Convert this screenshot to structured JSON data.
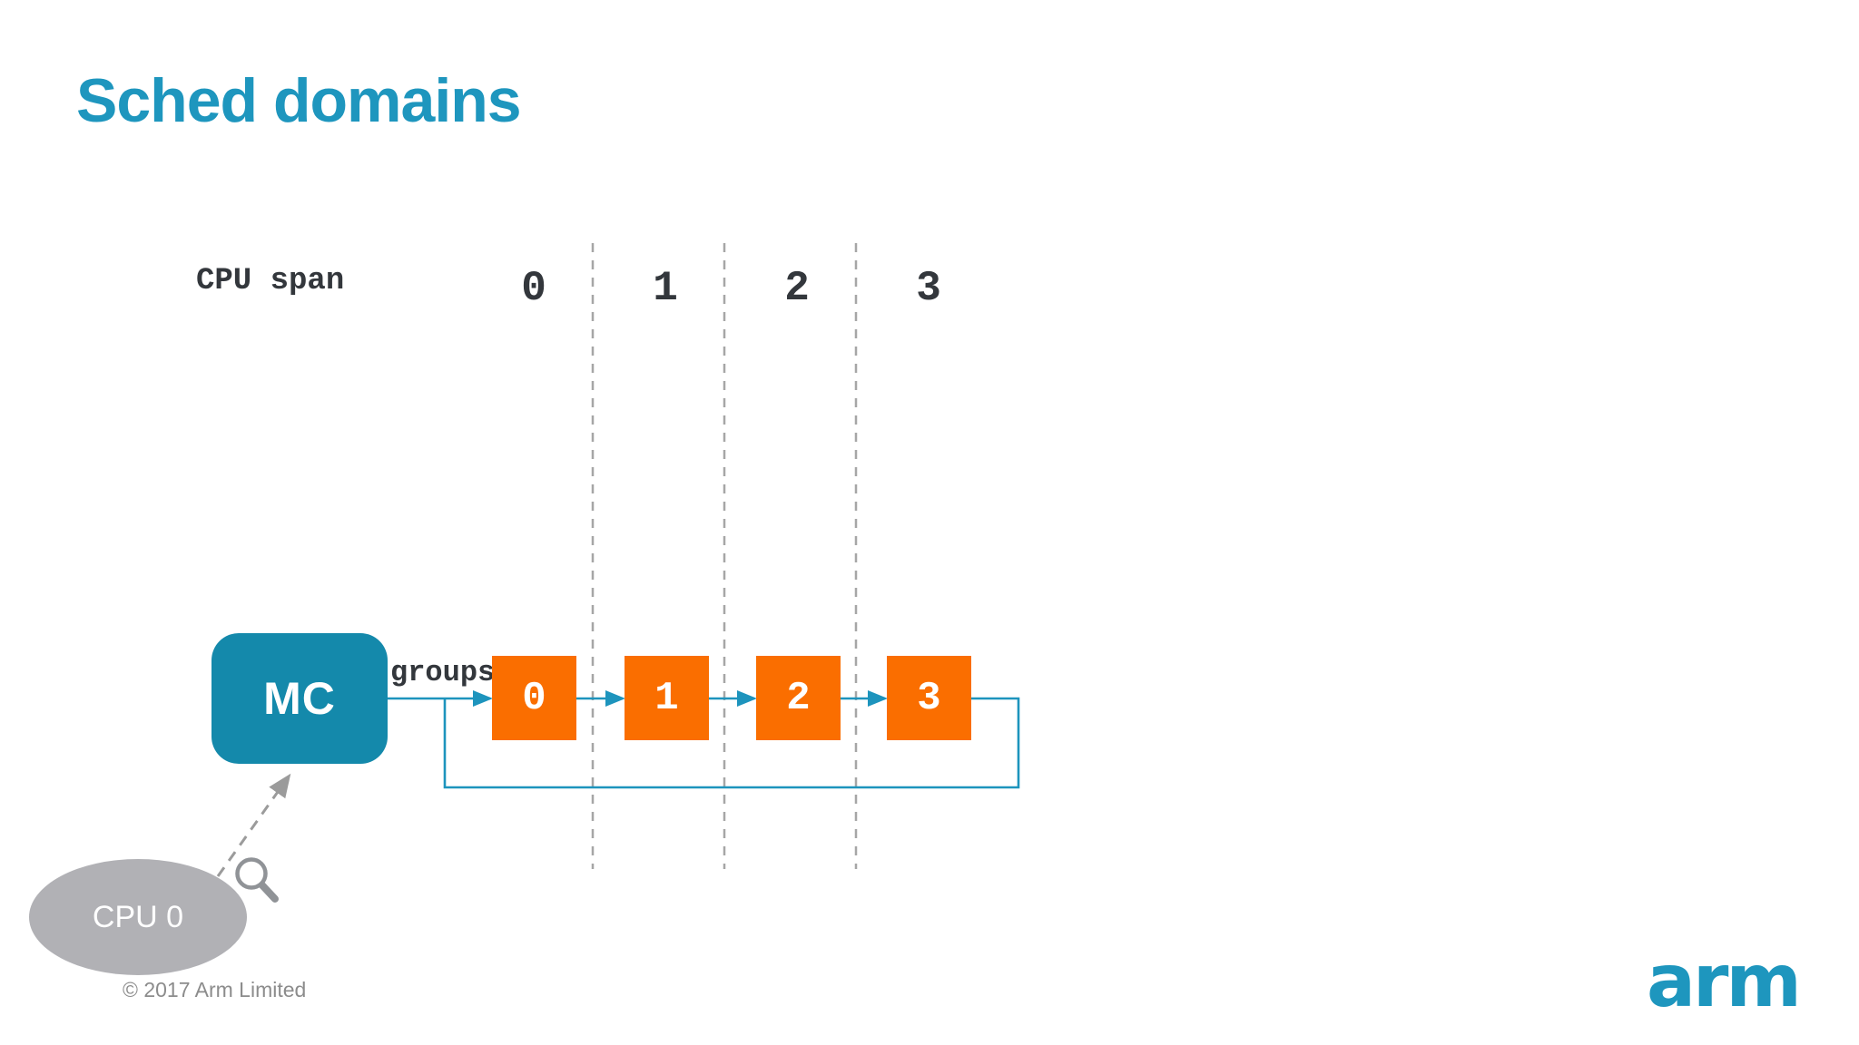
{
  "slide": {
    "title": "Sched domains"
  },
  "diagram": {
    "cpu_span_label": "CPU span",
    "cpu_columns": [
      "0",
      "1",
      "2",
      "3"
    ],
    "domain_box_label": "MC",
    "groups_label": "groups",
    "group_boxes": [
      "0",
      "1",
      "2",
      "3"
    ],
    "cpu_node_label": "CPU 0",
    "icons": {
      "magnifier": "search-icon (circle with handle, gray outline)"
    }
  },
  "footer": {
    "copyright": "© 2017 Arm Limited",
    "logo_text": "arm"
  },
  "colors": {
    "title_teal": "#1e96be",
    "node_teal": "#1489ab",
    "arrow_teal": "#1d94bd",
    "group_orange": "#fa6e00",
    "cpu_gray": "#b1b1b5",
    "dash_gray": "#a6a6a6",
    "label_dark": "#33373c",
    "copyright_gray": "#8c8c8c",
    "pointer_gray": "#9b9b9b"
  }
}
